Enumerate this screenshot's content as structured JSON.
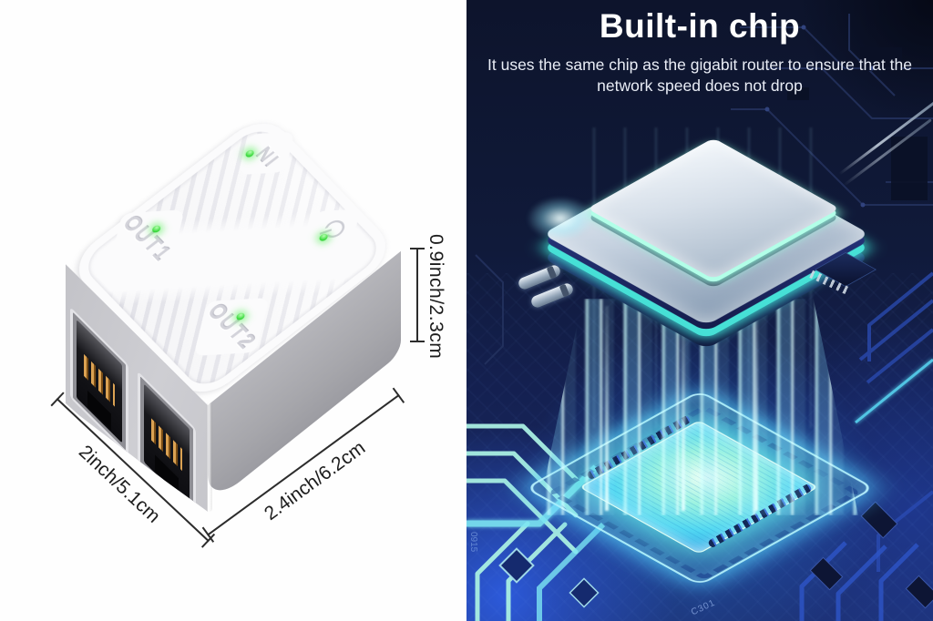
{
  "left_panel": {
    "device": {
      "label_in": "IN",
      "label_out1": "OUT1",
      "label_out2": "OUT2",
      "power_icon": "power-symbol",
      "led_color": "#3fe03f"
    },
    "dimensions": {
      "height_label": "0.9inch/2.3cm",
      "width_label": "2inch/5.1cm",
      "depth_label": "2.4inch/6.2cm"
    }
  },
  "right_panel": {
    "title": "Built-in chip",
    "subtitle_line1": "It uses the same chip as the gigabit router to ensure that the",
    "subtitle_line2": "network speed does not drop",
    "board_label_1": "C301",
    "board_label_2": "0915",
    "colors": {
      "background_navy": "#0e1731",
      "board_blue": "#2a4fd0",
      "glow_cyan": "#54d9ff",
      "glow_teal": "#8cf5dd",
      "chip_silver": "#dfe7f0",
      "led_green": "#3fe03f"
    }
  }
}
